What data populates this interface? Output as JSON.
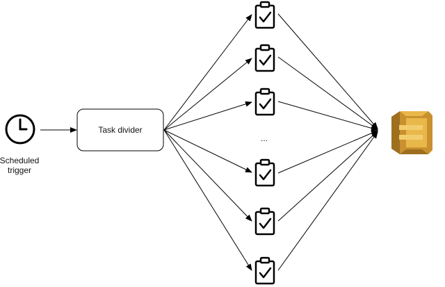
{
  "trigger": {
    "label_line1": "Scheduled",
    "label_line2": "trigger",
    "icon": "clock-icon"
  },
  "divider": {
    "label": "Task divider"
  },
  "tasks": {
    "icon": "clipboard-check-icon",
    "ellipsis": "...",
    "count": 6
  },
  "destination": {
    "icon": "aws-sqs-icon",
    "colors": {
      "dark": "#9d6f1f",
      "mid": "#c9902f",
      "light": "#e8b84a",
      "face": "#f2cd6e"
    }
  },
  "colors": {
    "stroke": "#000000",
    "text": "#111111"
  }
}
